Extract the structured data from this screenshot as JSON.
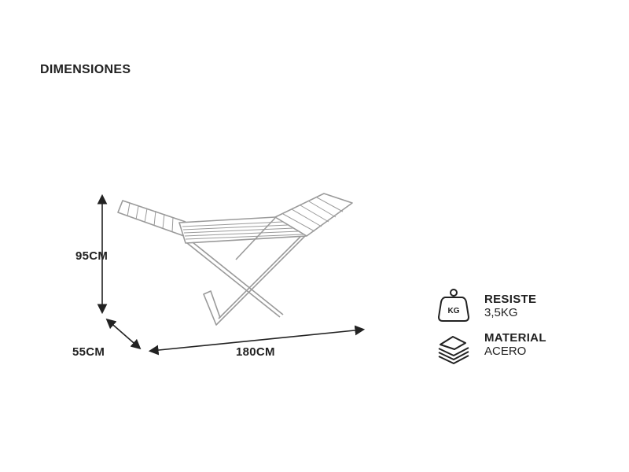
{
  "title": "DIMENSIONES",
  "dimensions": {
    "height": "95CM",
    "depth": "55CM",
    "width": "180CM"
  },
  "features": [
    {
      "icon": "weight-kg-icon",
      "icon_text": "KG",
      "label": "RESISTE",
      "value": "3,5KG"
    },
    {
      "icon": "layers-icon",
      "label": "MATERIAL",
      "value": "ACERO"
    }
  ]
}
